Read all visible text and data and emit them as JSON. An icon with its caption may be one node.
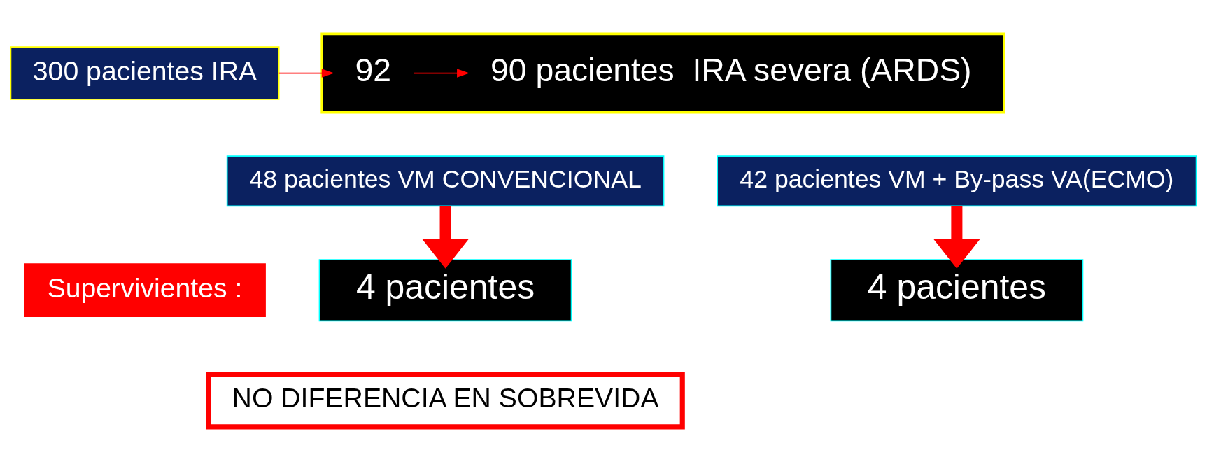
{
  "diagram": {
    "nodes": [
      {
        "text": [
          "300 pacientes IRA"
        ]
      },
      {
        "text": [],
        "shape": "box"
      },
      {
        "text": [
          "92"
        ],
        "in": 1
      },
      {
        "text": [
          "90 pacientes  IRA severa (ARDS)"
        ],
        "in": 1
      },
      {
        "text": [
          "48 pacientes VM CONVENCIONAL"
        ]
      },
      {
        "text": [
          "42 pacientes VM + By-pass VA(ECMO)"
        ]
      },
      {
        "text": [
          "Supervivientes :"
        ]
      },
      {
        "text": [
          "4 pacientes"
        ]
      },
      {
        "text": [
          "4 pacientes"
        ]
      },
      {
        "text": [
          "NO DIFERENCIA EN SOBREVIDA"
        ]
      }
    ],
    "edges": [
      {
        "from": 0,
        "to": 2,
        "arrow": "to"
      },
      {
        "from": 2,
        "to": 3,
        "arrow": "to"
      },
      {
        "from": 4,
        "to": 7,
        "arrow": "to",
        "style": "thick"
      },
      {
        "from": 5,
        "to": 8,
        "arrow": "to",
        "style": "thick"
      }
    ]
  }
}
